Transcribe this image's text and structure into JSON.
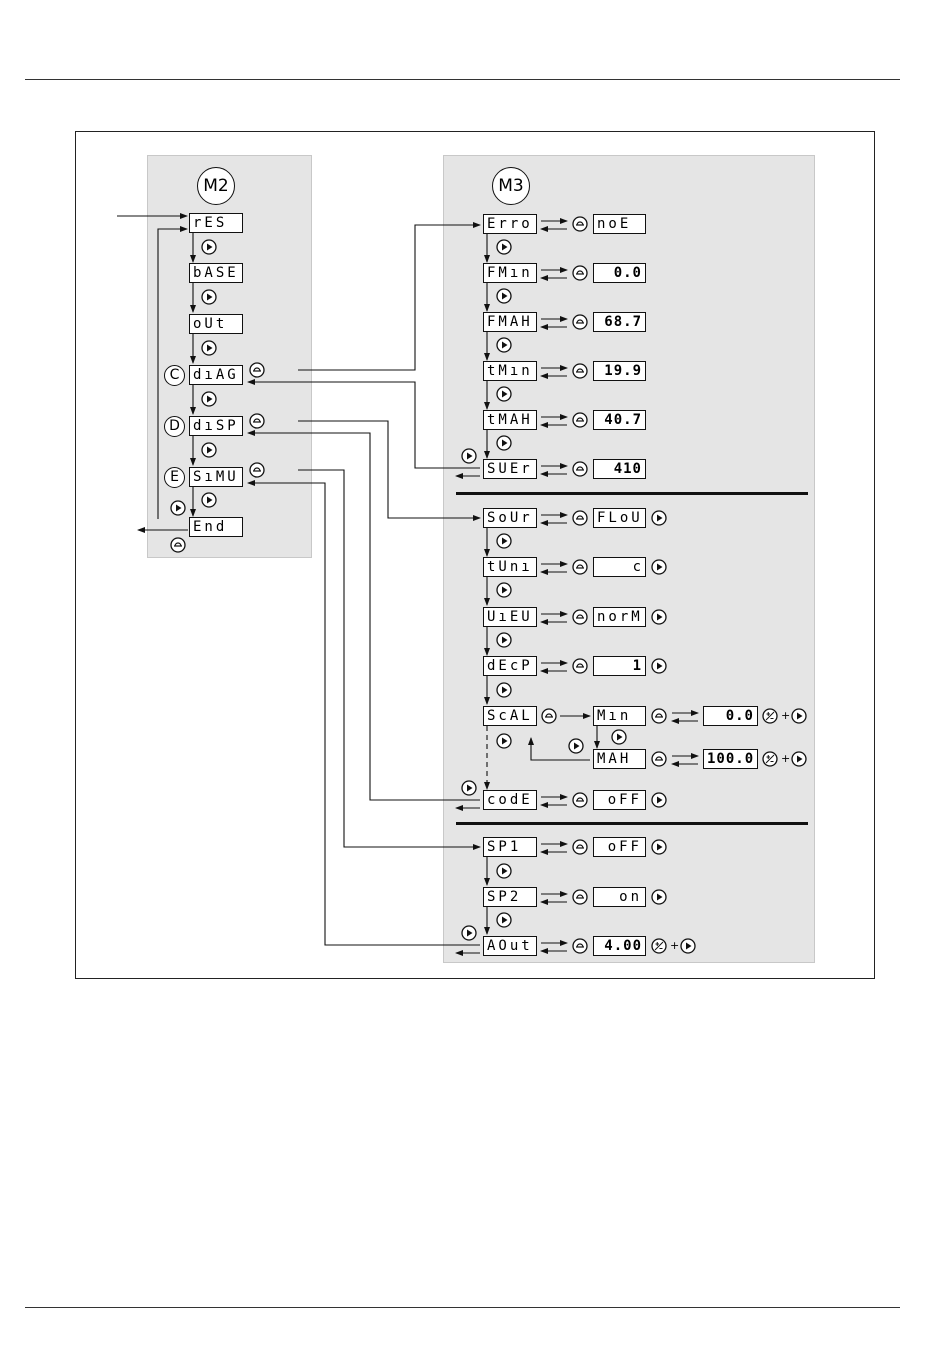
{
  "menu_m2": {
    "label": "M2",
    "items": [
      {
        "key": "res",
        "text": "rES"
      },
      {
        "key": "base",
        "text": "bASE"
      },
      {
        "key": "out",
        "text": "oUt"
      },
      {
        "key": "diag",
        "text": "dıAG",
        "letter": "C"
      },
      {
        "key": "disp",
        "text": "dıSP",
        "letter": "D"
      },
      {
        "key": "simu",
        "text": "SıMU",
        "letter": "E"
      },
      {
        "key": "end",
        "text": "End"
      }
    ]
  },
  "menu_m3": {
    "label": "M3",
    "diag_group": [
      {
        "param": "Erro",
        "value": "noE"
      },
      {
        "param": "FMın",
        "value": "0.0"
      },
      {
        "param": "FMAH",
        "value": "68.7"
      },
      {
        "param": "tMın",
        "value": "19.9"
      },
      {
        "param": "tMAH",
        "value": "40.7"
      },
      {
        "param": "SUEr",
        "value": "410"
      }
    ],
    "disp_group": [
      {
        "param": "SoUr",
        "value": "FLoU"
      },
      {
        "param": "tUnı",
        "value": "c"
      },
      {
        "param": "UıEU",
        "value": "norM"
      },
      {
        "param": "dEcP",
        "value": "1"
      },
      {
        "param": "ScAL",
        "sub": [
          {
            "param": "Mın",
            "value": "0.0"
          },
          {
            "param": "MAH",
            "value": "100.0"
          }
        ]
      },
      {
        "param": "codE",
        "value": "oFF"
      }
    ],
    "simu_group": [
      {
        "param": "SP1",
        "value": "oFF"
      },
      {
        "param": "SP2",
        "value": "on"
      },
      {
        "param": "AOut",
        "value": "4.00"
      }
    ]
  },
  "symbols": {
    "plus": "+"
  },
  "icons": {
    "next": "play-circle-icon",
    "enter": "enter-circle-icon",
    "adjust": "plus-minus-circle-icon"
  }
}
